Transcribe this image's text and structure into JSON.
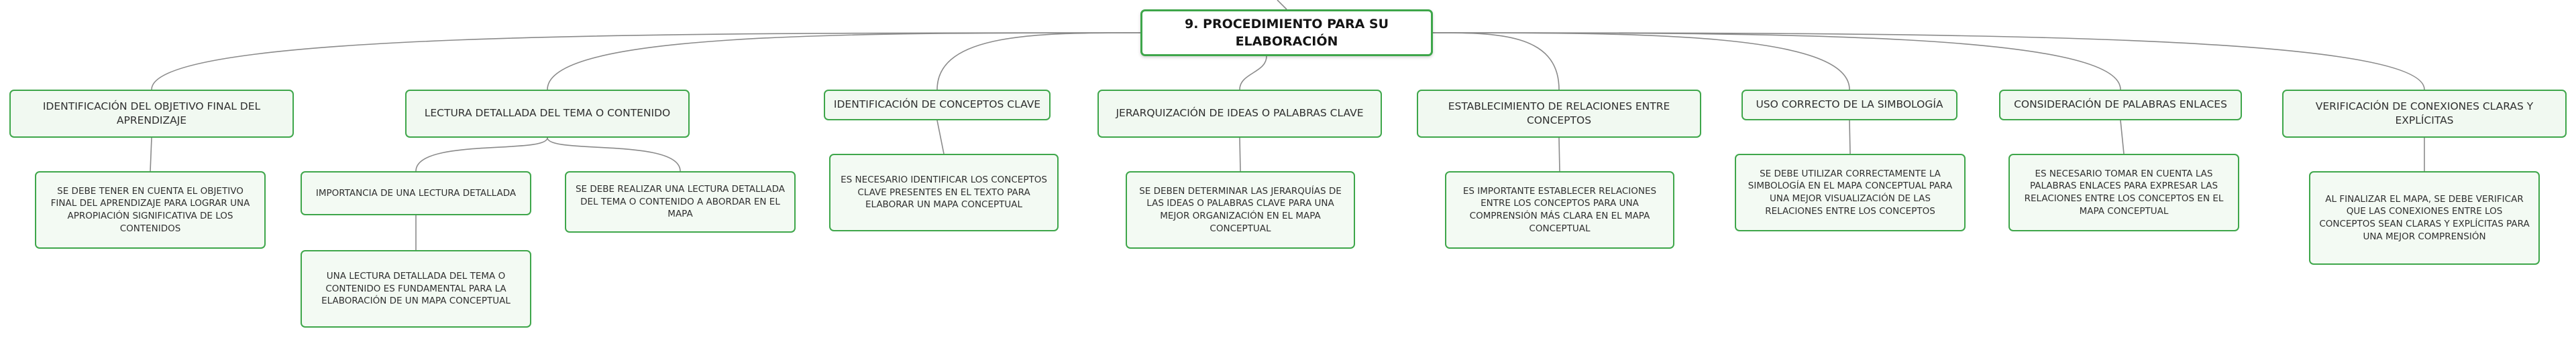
{
  "root": {
    "label": "9. PROCEDIMIENTO PARA SU ELABORACIÓN",
    "children": [
      {
        "label": "IDENTIFICACIÓN DEL OBJETIVO FINAL DEL APRENDIZAJE",
        "children": [
          {
            "label": "SE DEBE TENER EN CUENTA EL OBJETIVO FINAL DEL APRENDIZAJE PARA LOGRAR UNA APROPIACIÓN SIGNIFICATIVA DE LOS CONTENIDOS",
            "children": []
          }
        ]
      },
      {
        "label": "LECTURA DETALLADA DEL TEMA O CONTENIDO",
        "children": [
          {
            "label": "IMPORTANCIA DE UNA LECTURA DETALLADA",
            "children": [
              {
                "label": "UNA LECTURA DETALLADA DEL TEMA O CONTENIDO ES FUNDAMENTAL PARA LA ELABORACIÓN DE UN MAPA CONCEPTUAL",
                "children": []
              }
            ]
          },
          {
            "label": "SE DEBE REALIZAR UNA LECTURA DETALLADA DEL TEMA O CONTENIDO A ABORDAR EN EL MAPA",
            "children": []
          }
        ]
      },
      {
        "label": "IDENTIFICACIÓN DE CONCEPTOS CLAVE",
        "children": [
          {
            "label": "ES NECESARIO IDENTIFICAR LOS CONCEPTOS CLAVE PRESENTES EN EL TEXTO PARA ELABORAR UN MAPA CONCEPTUAL",
            "children": []
          }
        ]
      },
      {
        "label": "JERARQUIZACIÓN DE IDEAS O PALABRAS CLAVE",
        "children": [
          {
            "label": "SE DEBEN DETERMINAR LAS JERARQUÍAS DE LAS IDEAS O PALABRAS CLAVE PARA UNA MEJOR ORGANIZACIÓN EN EL MAPA CONCEPTUAL",
            "children": []
          }
        ]
      },
      {
        "label": "ESTABLECIMIENTO DE RELACIONES ENTRE CONCEPTOS",
        "children": [
          {
            "label": "ES IMPORTANTE ESTABLECER RELACIONES ENTRE LOS CONCEPTOS PARA UNA COMPRENSIÓN MÁS CLARA EN EL MAPA CONCEPTUAL",
            "children": []
          }
        ]
      },
      {
        "label": "USO CORRECTO DE LA SIMBOLOGÍA",
        "children": [
          {
            "label": "SE DEBE UTILIZAR CORRECTAMENTE LA SIMBOLOGÍA EN EL MAPA CONCEPTUAL PARA UNA MEJOR VISUALIZACIÓN DE LAS RELACIONES ENTRE LOS CONCEPTOS",
            "children": []
          }
        ]
      },
      {
        "label": "CONSIDERACIÓN DE PALABRAS ENLACES",
        "children": [
          {
            "label": "ES NECESARIO TOMAR EN CUENTA LAS PALABRAS ENLACES PARA EXPRESAR LAS RELACIONES ENTRE LOS CONCEPTOS EN EL MAPA CONCEPTUAL",
            "children": []
          }
        ]
      },
      {
        "label": "VERIFICACIÓN DE CONEXIONES CLARAS Y EXPLÍCITAS",
        "children": [
          {
            "label": "AL FINALIZAR EL MAPA, SE DEBE VERIFICAR QUE LAS CONEXIONES ENTRE LOS CONCEPTOS SEAN CLARAS Y EXPLÍCITAS PARA UNA MEJOR COMPRENSIÓN",
            "children": []
          }
        ]
      }
    ]
  },
  "colors": {
    "node_border": "#3ea64a",
    "node_fill": "#f3faf3",
    "root_fill": "#ffffff",
    "connector": "#8a8a8a",
    "text": "#2f2f2f"
  }
}
